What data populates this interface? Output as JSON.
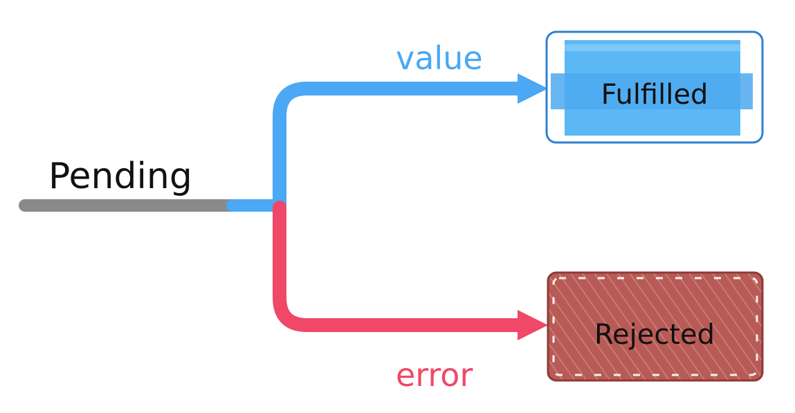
{
  "diagram": {
    "start_state": "Pending",
    "success_edge_label": "value",
    "failure_edge_label": "error",
    "fulfilled_state": "Fulfilled",
    "rejected_state": "Rejected"
  },
  "colors": {
    "pending_line": "#8a8a8a",
    "success": "#4aa8f5",
    "failure": "#f04868",
    "fulfilled_fill": "#5cb8f5",
    "fulfilled_border": "#2f7fd0",
    "rejected_fill": "#b85a55",
    "rejected_border": "#8e3a36",
    "text": "#111111"
  }
}
